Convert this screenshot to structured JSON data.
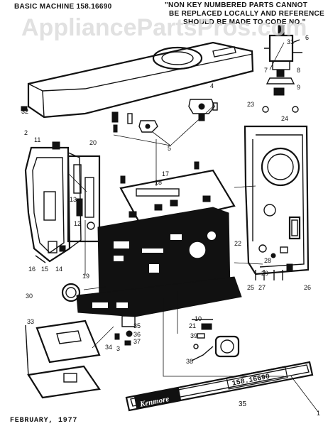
{
  "header": {
    "model_line": "BASIC MACHINE 158.16690",
    "notice_lines": [
      "\"NON KEY NUMBERED PARTS CANNOT",
      "BE REPLACED LOCALLY AND REFERENCE",
      "SHOULD BE MADE TO CODE NO.\""
    ]
  },
  "watermark": "AppliancePartsPros.com",
  "nameplate": {
    "brand": "Kenmore",
    "model_badge": "158.16690"
  },
  "footer": {
    "date": "FEBRUARY, 1977",
    "page_code": "35"
  },
  "callouts": {
    "c1": "1",
    "c2": "2",
    "c3": "3",
    "c4": "4",
    "c5": "5",
    "c6": "6",
    "c7": "7",
    "c8": "8",
    "c9": "9",
    "c10": "10",
    "c11": "11",
    "c12": "12",
    "c13": "13",
    "c14": "14",
    "c15": "15",
    "c16": "16",
    "c17": "17",
    "c18": "18",
    "c19": "19",
    "c20": "20",
    "c21": "21",
    "c22": "22",
    "c23": "23",
    "c24": "24",
    "c25": "25",
    "c26": "26",
    "c27": "27",
    "c28": "28",
    "c29": "29",
    "c30": "30",
    "c31": "31",
    "c32": "32",
    "c33": "33",
    "c34": "34",
    "c35": "35",
    "c36": "36",
    "c37": "37",
    "c38": "38",
    "c39": "39"
  }
}
